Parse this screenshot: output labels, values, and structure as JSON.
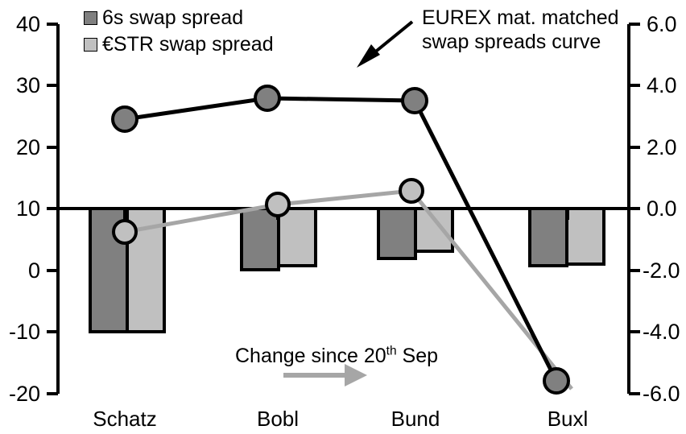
{
  "chart_data": {
    "type": "bar",
    "title": "",
    "subtitle": "",
    "xlabel": "",
    "ylabel": "",
    "categories": [
      "Schatz",
      "Bobl",
      "Bund",
      "Buxl"
    ],
    "grid": false,
    "legend_position": "top-left",
    "left_axis": {
      "label": "",
      "ylim": [
        -20,
        40
      ],
      "ticks": [
        40,
        30,
        20,
        10,
        0,
        -10,
        -20
      ],
      "tick_labels": [
        "40",
        "30",
        "20",
        "10",
        "0",
        "-10",
        "-20"
      ]
    },
    "right_axis": {
      "label": "",
      "ylim": [
        -6.0,
        6.0
      ],
      "ticks": [
        6.0,
        4.0,
        2.0,
        0.0,
        -2.0,
        -4.0,
        -6.0
      ],
      "tick_labels": [
        "6.0",
        "4.0",
        "2.0",
        "0.0",
        "-2.0",
        "-4.0",
        "-6.0"
      ]
    },
    "series": [
      {
        "name": "6s swap spread",
        "type": "bar",
        "axis": "right",
        "color": "#808080",
        "values": [
          -4.05,
          -1.96,
          -1.58,
          -1.82
        ]
      },
      {
        "name": "€STR swap spread",
        "type": "bar",
        "axis": "right",
        "color": "#c0c0c0",
        "values": [
          -4.05,
          -1.83,
          -1.35,
          -1.78
        ]
      },
      {
        "name": "EUREX mat. matched swap spreads curve",
        "type": "line",
        "axis": "left",
        "color": "#000000",
        "marker_fill": "#808080",
        "values": [
          24.6,
          28.0,
          27.3,
          -18.0
        ]
      },
      {
        "name": "Change since 20th Sep",
        "type": "line",
        "axis": "left",
        "color": "#a6a6a6",
        "marker_fill": "#c0c0c0",
        "values": [
          6.1,
          10.5,
          12.8,
          -19.4
        ]
      }
    ]
  },
  "legend": {
    "items": [
      {
        "label": "6s swap spread",
        "color": "#808080"
      },
      {
        "label": "€STR swap spread",
        "color": "#c0c0c0"
      }
    ]
  },
  "annotations": {
    "eurex_line1": "EUREX mat. matched",
    "eurex_line2": "swap spreads curve",
    "change_prefix": "Change since 20",
    "change_sup": "th",
    "change_suffix": " Sep"
  },
  "axis_left_labels": [
    "40",
    "30",
    "20",
    "10",
    "0",
    "-10",
    "-20"
  ],
  "axis_right_labels": [
    "6.0",
    "4.0",
    "2.0",
    "0.0",
    "-2.0",
    "-4.0",
    "-6.0"
  ],
  "category_labels": [
    "Schatz",
    "Bobl",
    "Bund",
    "Buxl"
  ],
  "colors": {
    "bar_dark": "#808080",
    "bar_light": "#c0c0c0",
    "line_black": "#000000",
    "line_gray": "#a6a6a6",
    "axis": "#000000"
  }
}
